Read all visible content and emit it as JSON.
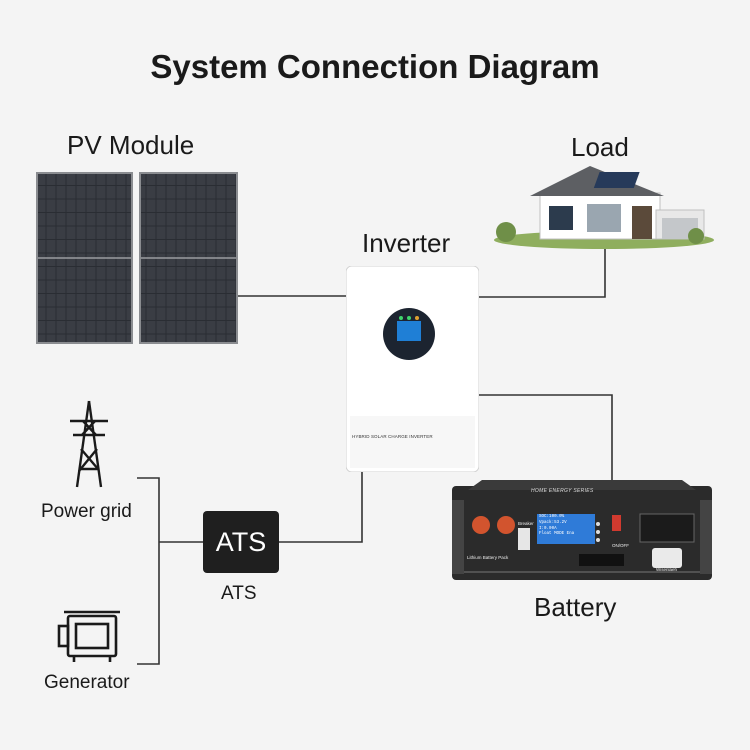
{
  "title": "System Connection Diagram",
  "nodes": {
    "pv": {
      "label": "PV Module"
    },
    "load": {
      "label": "Load"
    },
    "inverter": {
      "label": "Inverter",
      "panel_text": "HYBRID SOLAR CHARGE INVERTER"
    },
    "power_grid": {
      "label": "Power grid"
    },
    "ats": {
      "box_text": "ATS",
      "label": "ATS"
    },
    "generator": {
      "label": "Generator"
    },
    "battery": {
      "label": "Battery",
      "series_text": "HOME ENERGY SERIES",
      "pack_text": "Lithium Battery Pack",
      "breaker_text": "Breaker",
      "onoff_text": "ON/OFF",
      "brand_text": "Wisenlaeh",
      "display_lines": [
        "SOC:100.0%",
        "Vpack:53.2V",
        "I:0.00A",
        "Float MODE Ena"
      ]
    }
  },
  "colors": {
    "background": "#f4f4f4",
    "line": "#333333",
    "ats_box": "#1f1f1f"
  }
}
